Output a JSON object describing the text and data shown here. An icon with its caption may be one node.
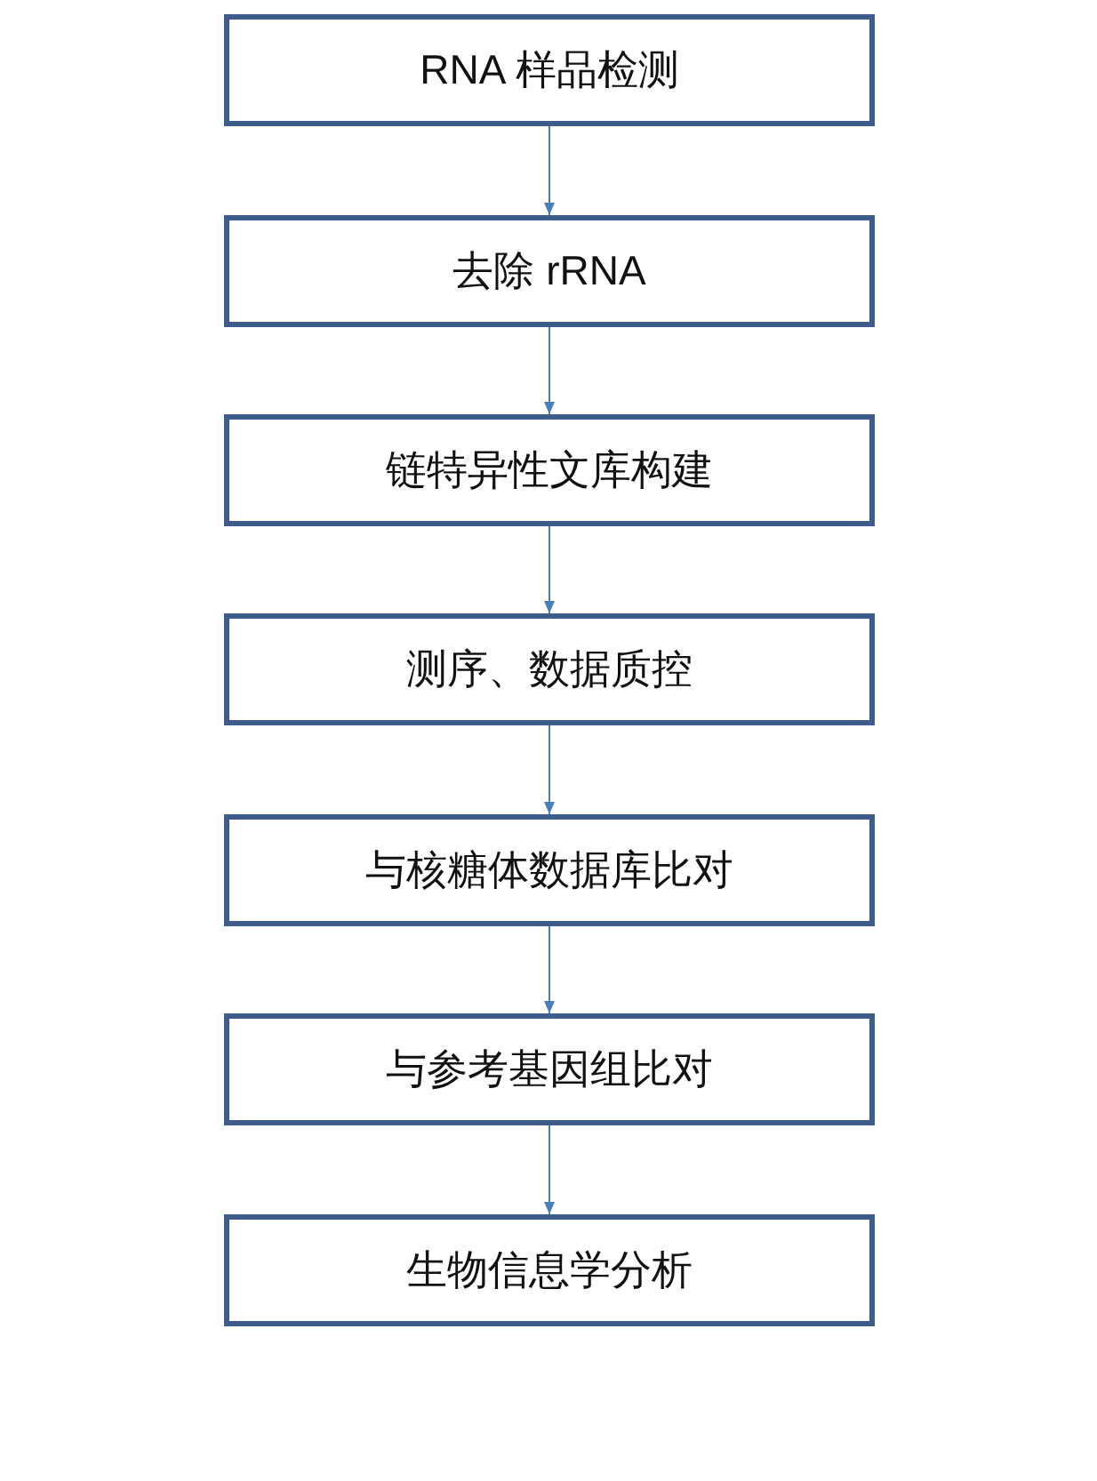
{
  "diagram": {
    "nodes": [
      {
        "text": [
          "RNA 样品检测"
        ]
      },
      {
        "text": [
          "去除 rRNA"
        ]
      },
      {
        "text": [
          "链特异性文库构建"
        ]
      },
      {
        "text": [
          "测序、数据质控"
        ]
      },
      {
        "text": [
          "与核糖体数据库比对"
        ]
      },
      {
        "text": [
          "与参考基因组比对"
        ]
      },
      {
        "text": [
          "生物信息学分析"
        ]
      }
    ],
    "edges": [
      {
        "from": 0,
        "to": 1,
        "arrow": "to"
      },
      {
        "from": 1,
        "to": 2,
        "arrow": "to"
      },
      {
        "from": 2,
        "to": 3,
        "arrow": "to"
      },
      {
        "from": 3,
        "to": 4,
        "arrow": "to"
      },
      {
        "from": 4,
        "to": 5,
        "arrow": "to"
      },
      {
        "from": 5,
        "to": 6,
        "arrow": "to"
      }
    ]
  }
}
